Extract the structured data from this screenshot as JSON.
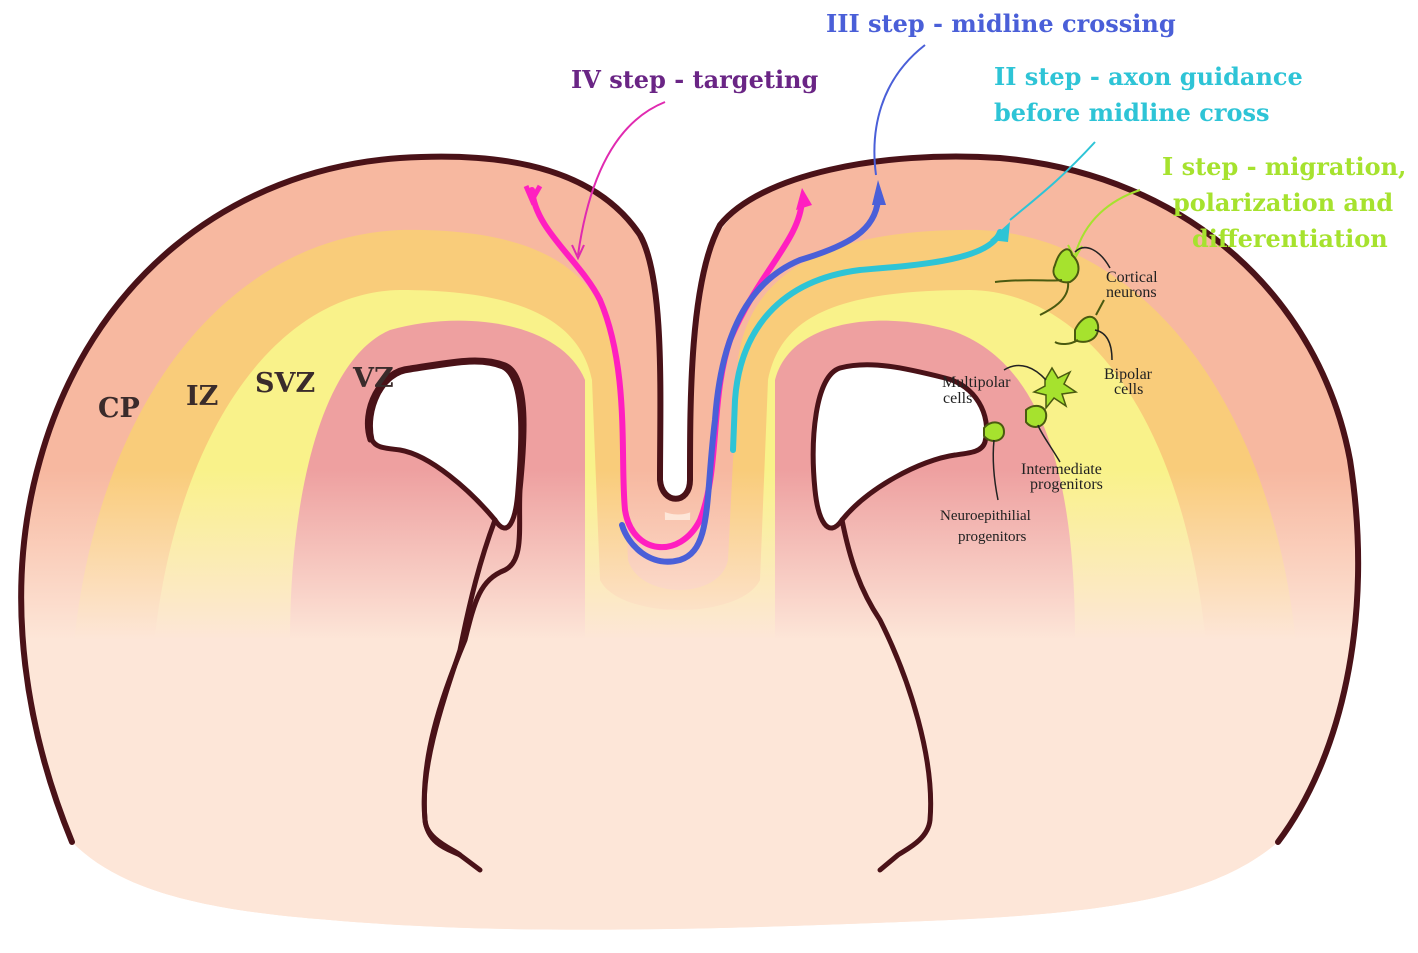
{
  "zones": {
    "cp": "CP",
    "iz": "IZ",
    "svz": "SVZ",
    "vz": "VZ"
  },
  "steps": {
    "step4": "IV step - targeting",
    "step3": "III step - midline crossing",
    "step2": [
      "II step - axon guidance",
      "before midline cross"
    ],
    "step1": [
      "I step - migration,",
      "polarization and",
      "differentiation"
    ]
  },
  "cells": {
    "cortical": [
      "Cortical",
      "neurons"
    ],
    "bipolar": [
      "Bipolar",
      "cells"
    ],
    "multipolar": [
      "Multipolar",
      "cells"
    ],
    "intermediate": [
      "Intermediate",
      "progenitors"
    ],
    "neuroepithelial": [
      "Neuroepithilial",
      "progenitors"
    ]
  },
  "colors": {
    "outline": "#4a1218",
    "tissue": "#fde6d8",
    "cortical_plate": "#f7b8a0",
    "intermediate_zone": "#f9cc7a",
    "subventricular_zone": "#f9f28a",
    "ventricular_zone": "#eea0a0",
    "step1": "#a6e22e",
    "step2": "#2ec4d6",
    "step3": "#4a5fd8",
    "step4": "#6a2585",
    "pink_axon": "#ff1fc0"
  }
}
